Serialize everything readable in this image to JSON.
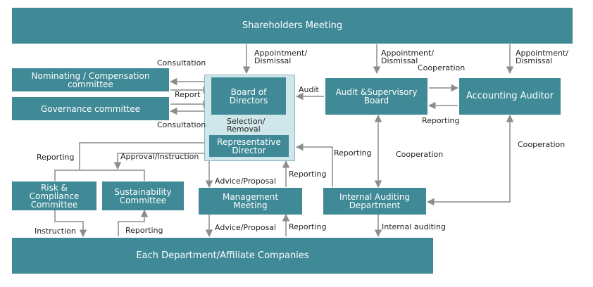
{
  "colors": {
    "box": "#3f8a96",
    "board_panel": "#cfe6ea",
    "arrow": "#8c8c8c",
    "text": "#222222"
  },
  "boxes": {
    "shareholders": "Shareholders  Meeting",
    "nominating_1": "Nominating  /  Compensation",
    "nominating_2": "committee",
    "governance": "Governance  committee",
    "board_1": "Board  of",
    "board_2": "Directors",
    "rep_1": "Representative",
    "rep_2": "Director",
    "audit_board_1": "Audit &Supervisory",
    "audit_board_2": "Board",
    "accounting": "Accounting  Auditor",
    "risk_1": "Risk  &",
    "risk_2": "Compliance",
    "risk_3": "Committee",
    "sustain_1": "Sustainability",
    "sustain_2": "Committee",
    "mgmt_1": "Management",
    "mgmt_2": "Meeting",
    "internal_1": "Internal  Auditing",
    "internal_2": "Department",
    "each_dept": "Each  Department/Affiliate  Companies"
  },
  "labels": {
    "appt1_1": "Appointment/",
    "appt1_2": "Dismissal",
    "appt2_1": "Appointment/",
    "appt2_2": "Dismissal",
    "appt3_1": "Appointment/",
    "appt3_2": "Dismissal",
    "consultation_top": "Consultation",
    "report": "Report",
    "consultation_bottom": "Consultation",
    "audit": "Audit",
    "cooperation_top": "Cooperation",
    "reporting_acct": "Reporting",
    "selection_1": "Selection/",
    "selection_2": "Removal",
    "reporting_left": "Reporting",
    "approval": "Approval/Instruction",
    "reporting_internal": "Reporting",
    "cooperation_mid": "Cooperation",
    "cooperation_right": "Cooperation",
    "advice_top": "Advice/Proposal",
    "reporting_mgmt": "Reporting",
    "instruction": "Instruction",
    "reporting_committees": "Reporting",
    "advice_bottom": "Advice/Proposal",
    "reporting_bottom": "Reporting",
    "internal_auditing": "Internal auditing"
  }
}
